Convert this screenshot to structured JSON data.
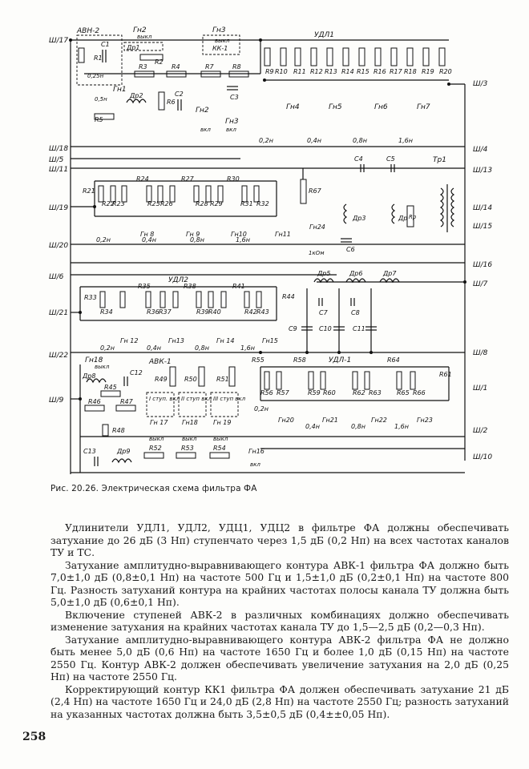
{
  "figure": {
    "caption": "Рис. 20.26. Электрическая схема фильтра ФА",
    "terminals_left": [
      "Ш/17",
      "Ш/18",
      "Ш/5",
      "Ш/11",
      "Ш/19",
      "Ш/20",
      "Ш/6",
      "Ш/21",
      "Ш/22",
      "Ш/9"
    ],
    "terminals_right": [
      "Ш/3",
      "Ш/4",
      "Ш/13",
      "Ш/14",
      "Ш/15",
      "Ш/16",
      "Ш/7",
      "Ш/8",
      "Ш/1",
      "Ш/2",
      "Ш/10"
    ],
    "blocks": {
      "avn2": "АВН-2",
      "udl1": "УДЛ1",
      "udl2": "УДЛ2",
      "avk1": "АВК-1",
      "udl1b": "УДЛ-1",
      "kk1": "КК-1",
      "tr1": "Тр1",
      "stage1": "I ступ. вкл",
      "stage2": "II ступ вкл",
      "stage3": "III ступ вкл"
    },
    "attenuators_row1": [
      "0,2н",
      "0,4н",
      "0,8н",
      "1,6н"
    ],
    "attenuators_row2": [
      "0,2н",
      "0,4н",
      "0,8н",
      "1,6н"
    ],
    "attenuators_row3": [
      "0,2н",
      "0,4н",
      "0,8н",
      "1,6н"
    ],
    "attenuators_row4": [
      "0,2н",
      "0,4н",
      "0,8н",
      "1,6н"
    ],
    "switch_names": {
      "gn1": "Гн1",
      "gn2": "Гн2",
      "gn3": "Гн3",
      "gn4": "Гн4",
      "gn5": "Гн5",
      "gn6": "Гн6",
      "gn7": "Гн7",
      "gn8": "Гн 8",
      "gn9": "Гн 9",
      "gn10": "Гн10",
      "gn11": "Гн11",
      "gn12": "Гн 12",
      "gn13": "Гн13",
      "gn14": "Гн 14",
      "gn15": "Гн15",
      "gn16": "Гн16",
      "gn17": "Гн 17",
      "gn18": "Гн18",
      "gn19": "Гн 19",
      "gn20": "Гн20",
      "gn21": "Гн21",
      "gn22": "Гн22",
      "gn23": "Гн23",
      "gn24": "Гн24"
    },
    "switch_state": {
      "vykl": "выкл",
      "vkl": "вкл"
    },
    "components": {
      "r_top": [
        "R1",
        "R2",
        "R3",
        "R4",
        "R5",
        "R6",
        "R7",
        "R8"
      ],
      "udl1_r": [
        "R9",
        "R10",
        "R11",
        "R12",
        "R13",
        "R14",
        "R15",
        "R16",
        "R17",
        "R18",
        "R19",
        "R20"
      ],
      "mid_r": [
        "R21",
        "R22",
        "R23",
        "R24",
        "R25",
        "R26",
        "R27",
        "R28",
        "R29",
        "R30",
        "R31",
        "R32"
      ],
      "udl2_r": [
        "R33",
        "R34",
        "R35",
        "R36",
        "R37",
        "R38",
        "R39",
        "R40",
        "R41",
        "R42",
        "R43",
        "R44"
      ],
      "avk1_r": [
        "R45",
        "R46",
        "R47",
        "R48",
        "R49",
        "R50",
        "R51",
        "R52",
        "R53",
        "R54"
      ],
      "udl1b_r": [
        "R55",
        "R56",
        "R57",
        "R58",
        "R59",
        "R60",
        "R61",
        "R62",
        "R63",
        "R64",
        "R65",
        "R66"
      ],
      "r67": "R67",
      "chokes": [
        "Др1",
        "Др2",
        "Др3",
        "Др4",
        "Др5",
        "Др6",
        "Др7",
        "Др8",
        "Др9"
      ],
      "caps": [
        "C1",
        "C2",
        "C3",
        "C4",
        "C5",
        "C6",
        "C7",
        "C8",
        "C9",
        "C10",
        "C11",
        "C12",
        "C13"
      ],
      "misc": {
        "half_n": "0,5н",
        "quarter_n": "0,25н",
        "one_kohm": "1кОм",
        "rr": "Rр"
      }
    }
  },
  "paragraphs": [
    "Удлинители УДЛ1, УДЛ2, УДЦ1, УДЦ2 в фильтре ФА должны обеспечивать затухание до 26 дБ (3 Нп) ступенчато через 1,5 дБ (0,2 Нп) на всех частотах каналов ТУ и ТС.",
    "Затухание амплитудно-выравнивающего контура АВК-1 фильтра ФА должно быть 7,0±1,0 дБ (0,8±0,1 Нп) на частоте 500 Гц и 1,5±1,0 дБ (0,2±0,1 Нп) на частоте 800 Гц. Разность затуханий контура на крайних частотах полосы канала ТУ должна быть 5,0±1,0 дБ (0,6±0,1 Нп).",
    "Включение ступеней АВК-2 в различных комбинациях должно обеспечивать изменение затухания на крайних частотах канала ТУ до 1,5—2,5 дБ (0,2—0,3 Нп).",
    "Затухание амплитудно-выравнивающего контура АВК-2 фильтра ФА не должно быть менее 5,0 дБ (0,6 Нп) на частоте 1650 Гц и более 1,0 дБ (0,15 Нп) на частоте 2550 Гц. Контур АВК-2 должен обеспечивать увеличение затухания на 2,0 дБ (0,25 Нп) на частоте 2550 Гц.",
    "Корректирующий контур КК1 фильтра ФА должен обеспечивать затухание 21 дБ (2,4 Нп) на частоте 1650 Гц и 24,0 дБ (2,8 Нп) на частоте 2550 Гц; разность затуханий на указанных частотах должна быть 3,5±0,5 дБ (0,4±±0,05 Нп)."
  ],
  "page_number": "258"
}
